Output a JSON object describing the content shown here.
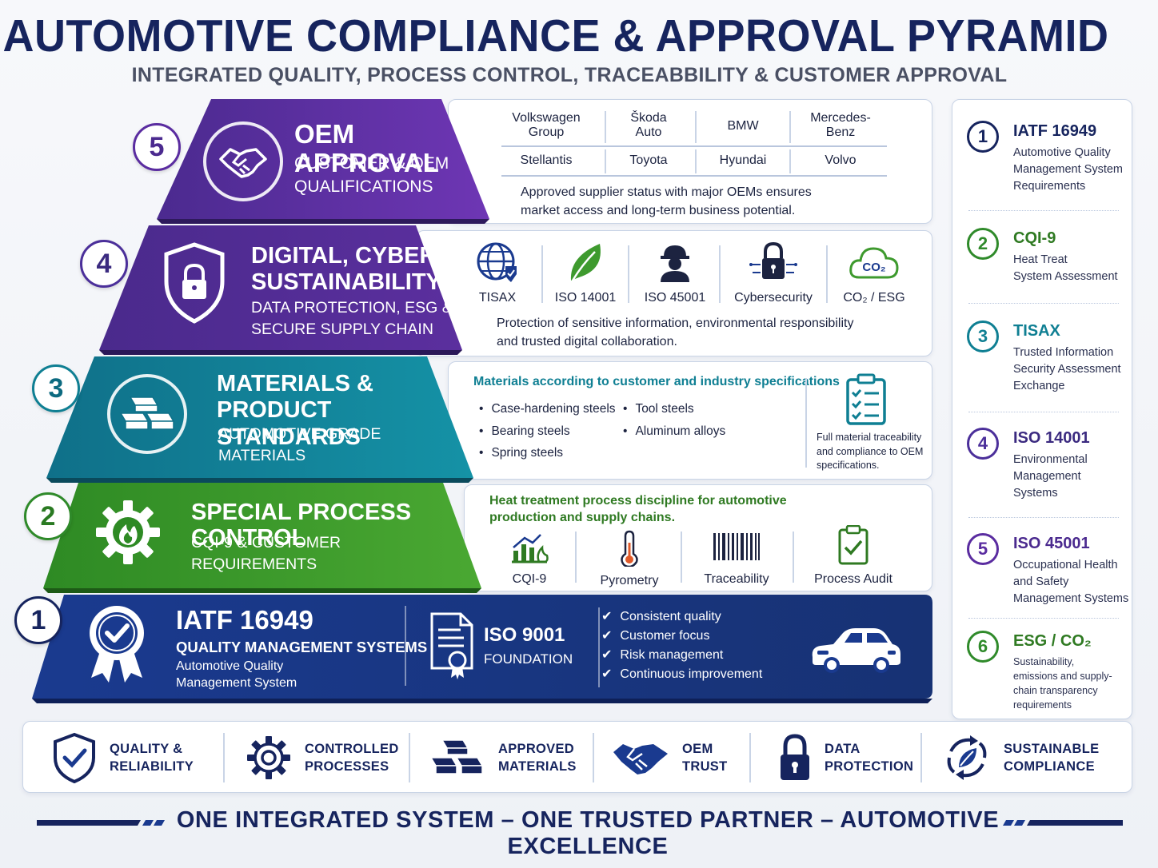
{
  "header": {
    "title": "AUTOMOTIVE COMPLIANCE & APPROVAL PYRAMID",
    "subtitle": "INTEGRATED QUALITY, PROCESS CONTROL, TRACEABBILITY & CUSTOMER APPROVAL"
  },
  "colors": {
    "navy": "#16245e",
    "purple": "#5a2ca0",
    "violet": "#4b2f9a",
    "teal": "#0f7f93",
    "green": "#3e9a2e",
    "blue": "#1a3a8f"
  },
  "tiers": {
    "t5": {
      "number": "5",
      "icon": "handshake-icon",
      "title": "OEM APPROVAL",
      "subtitle_line1": "CUSTOMER & OEM",
      "subtitle_line2": "QUALIFICATIONS",
      "oems_row1": [
        "Volkswagen\nGroup",
        "Škoda\nAuto",
        "BMW",
        "Mercedes-\nBenz"
      ],
      "oems_row2": [
        "Stellantis",
        "Toyota",
        "Hyundai",
        "Volvo"
      ],
      "note_line1": "Approved supplier status with major OEMs ensures",
      "note_line2": "market access and long-term business potential."
    },
    "t4": {
      "number": "4",
      "icon": "shield-lock-icon",
      "title_line1": "DIGITAL, CYBER &",
      "title_line2": "SUSTAINABILITY",
      "subtitle_line1": "DATA PROTECTION, ESG &",
      "subtitle_line2": "SECURE SUPPLY CHAIN",
      "icons": [
        {
          "label": "TISAX",
          "icon": "globe-shield-icon"
        },
        {
          "label": "ISO 14001",
          "icon": "leaf-icon"
        },
        {
          "label": "ISO 45001",
          "icon": "worker-icon"
        },
        {
          "label": "Cybersecurity",
          "icon": "padlock-circuit-icon"
        },
        {
          "label": "CO₂ / ESG",
          "icon": "co2-cloud-icon"
        }
      ],
      "note_line1": "Protection of sensitive information, environmental responsibility",
      "note_line2": "and trusted digital collaboration."
    },
    "t3": {
      "number": "3",
      "icon": "metal-ingots-icon",
      "title_line1": "MATERIALS & PRODUCT",
      "title_line2": "STANDARDS",
      "subtitle_line1": "AUTOMOTIVE GRADE",
      "subtitle_line2": "MATERIALS",
      "heading": "Materials according to customer and industry specifications",
      "bullets_col1": [
        "Case-hardening steels",
        "Bearing steels",
        "Spring steels"
      ],
      "bullets_col2": [
        "Tool steels",
        "Aluminum alloys"
      ],
      "side_line1": "Full material traceability",
      "side_line2": "and compliance to OEM",
      "side_line3": "specifications."
    },
    "t2": {
      "number": "2",
      "icon": "gear-flame-icon",
      "title": "SPECIAL PROCESS CONTROL",
      "subtitle_line1": "CQI-9 & CUSTOMER",
      "subtitle_line2": "REQUIREMENTS",
      "heading_line1": "Heat treatment process discipline for automotive",
      "heading_line2": "production and supply chains.",
      "icons": [
        {
          "label": "CQI-9",
          "icon": "chart-flame-icon"
        },
        {
          "label": "Pyrometry",
          "icon": "thermometer-icon"
        },
        {
          "label": "Traceability",
          "icon": "barcode-icon"
        },
        {
          "label": "Process Audit",
          "icon": "clipboard-check-icon"
        }
      ]
    },
    "t1": {
      "number": "1",
      "icon": "award-ribbon-icon",
      "title": "IATF 16949",
      "subtitle": "QUALITY MANAGEMENT SYSTEMS",
      "desc_line1": "Automotive Quality",
      "desc_line2": "Management System",
      "iso_title": "ISO 9001",
      "iso_sub": "FOUNDATION",
      "checks": [
        "Consistent quality",
        "Customer focus",
        "Risk management",
        "Continuous improvement"
      ]
    }
  },
  "right_column": [
    {
      "num": "1",
      "title": "IATF 16949",
      "color": "#16245e",
      "desc": [
        "Automotive Quality",
        "Management System",
        "Requirements"
      ]
    },
    {
      "num": "2",
      "title": "CQI-9",
      "color": "#2f8a2a",
      "desc": [
        "Heat Treat",
        "System Assessment"
      ]
    },
    {
      "num": "3",
      "title": "TISAX",
      "color": "#0f7f93",
      "desc": [
        "Trusted Information",
        "Security Assessment",
        "Exchange"
      ]
    },
    {
      "num": "4",
      "title": "ISO 14001",
      "color": "#4b2f9a",
      "desc": [
        "Environmental",
        "Management",
        "Systems"
      ]
    },
    {
      "num": "5",
      "title": "ISO 45001",
      "color": "#5a2ca0",
      "desc": [
        "Occupational Health",
        "and Safety",
        "Management Systems"
      ]
    },
    {
      "num": "6",
      "title": "ESG / CO₂",
      "color": "#2f8a2a",
      "desc": [
        "Sustainability,",
        "emissions and supply-",
        "chain transparency",
        "requirements"
      ]
    }
  ],
  "bottom_bar": [
    {
      "line1": "QUALITY &",
      "line2": "RELIABILITY",
      "icon": "shield-check-icon"
    },
    {
      "line1": "CONTROLLED",
      "line2": "PROCESSES",
      "icon": "gear-icon"
    },
    {
      "line1": "APPROVED",
      "line2": "MATERIALS",
      "icon": "ingots-icon"
    },
    {
      "line1": "OEM",
      "line2": "TRUST",
      "icon": "handshake-icon"
    },
    {
      "line1": "DATA",
      "line2": "PROTECTION",
      "icon": "padlock-icon"
    },
    {
      "line1": "SUSTAINABLE",
      "line2": "COMPLIANCE",
      "icon": "recycle-leaf-icon"
    }
  ],
  "footer": {
    "tagline": "ONE INTEGRATED SYSTEM – ONE TRUSTED PARTNER – AUTOMOTIVE EXCELLENCE"
  }
}
